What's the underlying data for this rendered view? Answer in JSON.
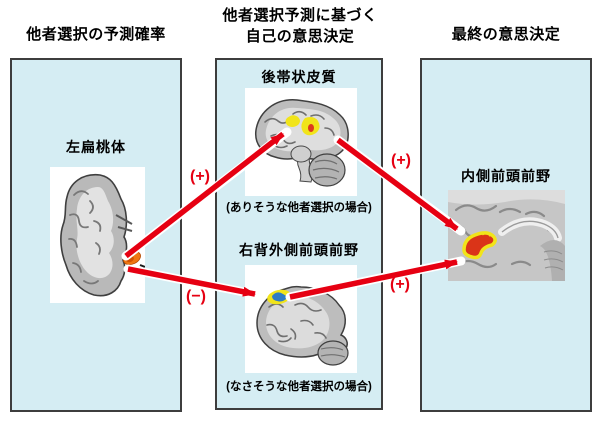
{
  "headers": {
    "left": "他者選択の予測確率",
    "middle_line1": "他者選択予測に基づく",
    "middle_line2": "自己の意思決定",
    "right": "最終の意思決定"
  },
  "panels": {
    "amygdala": {
      "label": "左扁桃体"
    },
    "pcc": {
      "label": "後帯状皮質",
      "caption": "(ありそうな他者選択の場合)"
    },
    "dlpfc": {
      "label": "右背外側前頭前野",
      "caption": "(なさそうな他者選択の場合)"
    },
    "mpfc": {
      "label": "内側前頭前野"
    }
  },
  "arrows": {
    "amygdala_to_pcc": "(+)",
    "amygdala_to_dlpfc": "(−)",
    "pcc_to_mpfc": "(+)",
    "dlpfc_to_mpfc": "(+)"
  },
  "colors": {
    "panel_bg": "#d5edf3",
    "panel_border": "#3d3d3d",
    "arrow_red": "#e60012",
    "highlight_orange": "#ee7612",
    "highlight_yellow": "#f1e41a",
    "highlight_blue": "#2e7bc4",
    "highlight_red": "#da3418"
  }
}
